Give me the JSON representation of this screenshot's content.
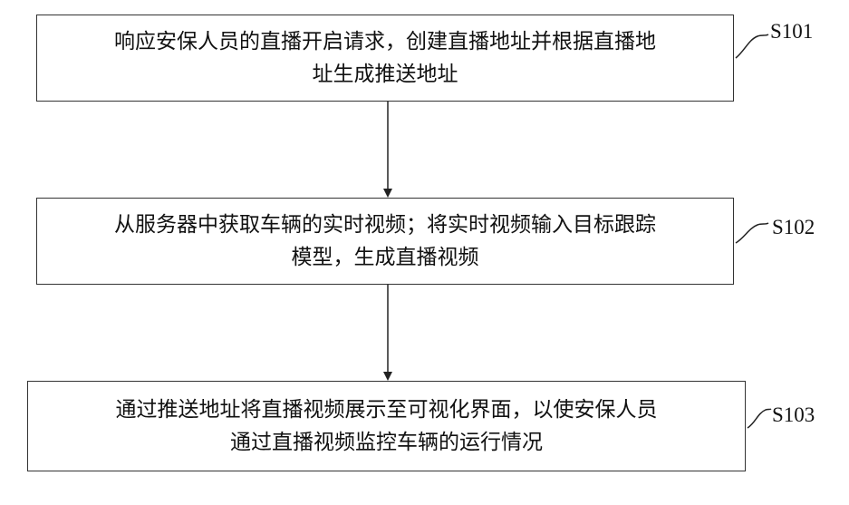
{
  "steps": [
    {
      "id": "S101",
      "lines": [
        "响应安保人员的直播开启请求，创建直播地址并根据直播地",
        "址生成推送地址"
      ]
    },
    {
      "id": "S102",
      "lines": [
        "从服务器中获取车辆的实时视频；将实时视频输入目标跟踪",
        "模型，生成直播视频"
      ]
    },
    {
      "id": "S103",
      "lines": [
        "通过推送地址将直播视频展示至可视化界面，以使安保人员",
        "通过直播视频监控车辆的运行情况"
      ]
    }
  ]
}
